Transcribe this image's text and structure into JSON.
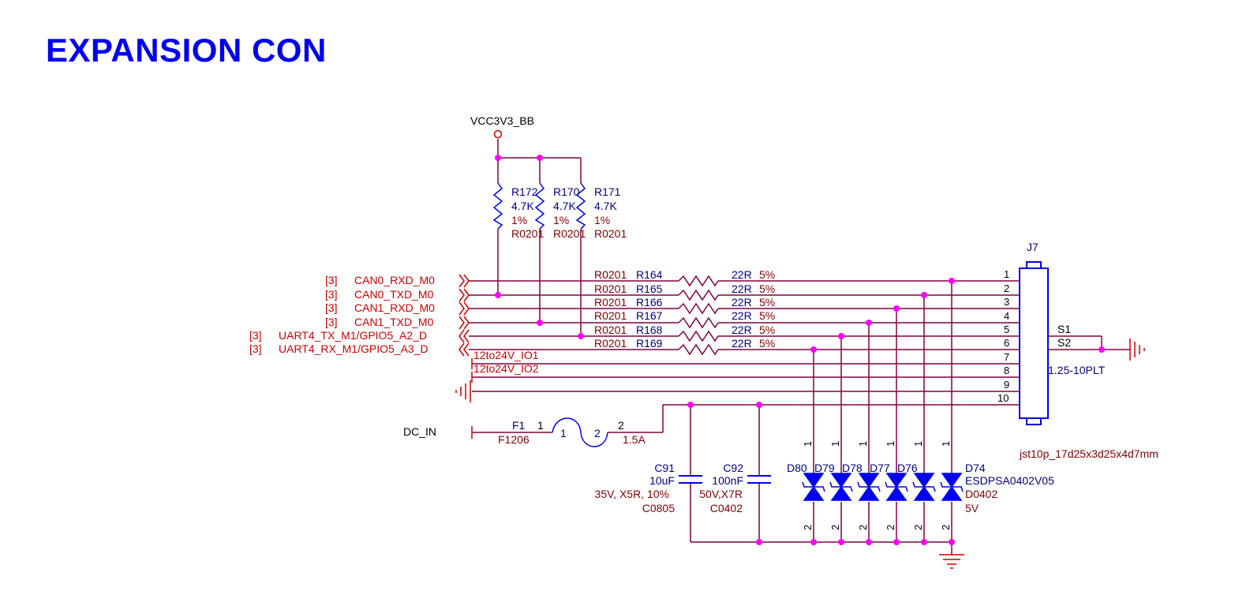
{
  "title": "EXPANSION CON",
  "colors": {
    "wire": "#800040",
    "junction": "#ff00ff",
    "component": "#0000ee",
    "net_label": "#cc0000",
    "ref": "#000080",
    "value": "#800000"
  },
  "power": {
    "vcc": "VCC3V3_BB",
    "dc_in": "DC_IN"
  },
  "pullups": [
    {
      "ref": "R172",
      "value": "4.7K",
      "tol": "1%",
      "pkg": "R0201"
    },
    {
      "ref": "R170",
      "value": "4.7K",
      "tol": "1%",
      "pkg": "R0201"
    },
    {
      "ref": "R171",
      "value": "4.7K",
      "tol": "1%",
      "pkg": "R0201"
    }
  ],
  "signals": [
    {
      "sheet": "[3]",
      "net": "CAN0_RXD_M0",
      "pkg": "R0201",
      "ref": "R164",
      "value": "22R",
      "tol": "5%",
      "pin": "1"
    },
    {
      "sheet": "[3]",
      "net": "CAN0_TXD_M0",
      "pkg": "R0201",
      "ref": "R165",
      "value": "22R",
      "tol": "5%",
      "pin": "2"
    },
    {
      "sheet": "[3]",
      "net": "CAN1_RXD_M0",
      "pkg": "R0201",
      "ref": "R166",
      "value": "22R",
      "tol": "5%",
      "pin": "3"
    },
    {
      "sheet": "[3]",
      "net": "CAN1_TXD_M0",
      "pkg": "R0201",
      "ref": "R167",
      "value": "22R",
      "tol": "5%",
      "pin": "4"
    },
    {
      "sheet": "[3]",
      "net": "UART4_TX_M1/GPIO5_A2_D",
      "pkg": "R0201",
      "ref": "R168",
      "value": "22R",
      "tol": "5%",
      "pin": "5"
    },
    {
      "sheet": "[3]",
      "net": "UART4_RX_M1/GPIO5_A3_D",
      "pkg": "R0201",
      "ref": "R169",
      "value": "22R",
      "tol": "5%",
      "pin": "6"
    }
  ],
  "io_nets": [
    {
      "net": "12to24V_IO1",
      "pin": "7"
    },
    {
      "net": "12to24V_IO2",
      "pin": "8"
    }
  ],
  "other_pins": [
    "9",
    "10"
  ],
  "connector": {
    "ref": "J7",
    "part": "1.25-10PLT",
    "footprint": "jst10p_17d25x3d25x4d7mm",
    "shield1": "S1",
    "shield2": "S2"
  },
  "fuse": {
    "ref": "F1",
    "pkg": "F1206",
    "rating": "1.5A",
    "pin1": "1",
    "pin2": "2",
    "coil1": "1",
    "coil2": "2"
  },
  "capacitors": [
    {
      "ref": "C91",
      "value": "10uF",
      "spec": "35V, X5R, 10%",
      "pkg": "C0805"
    },
    {
      "ref": "C92",
      "value": "100nF",
      "spec": "50V,X7R",
      "pkg": "C0402"
    }
  ],
  "diodes": {
    "refs": [
      "D80",
      "D79",
      "D78",
      "D77",
      "D76",
      "D74"
    ],
    "part": "ESDPSA0402V05",
    "pkg": "D0402",
    "voltage": "5V",
    "pin_top": "1",
    "pin_bottom": "2"
  },
  "icons": [
    "ground-symbol",
    "power-port-circle",
    "resistor-zigzag",
    "fuse-symbol",
    "tvs-diode",
    "offpage-connector"
  ]
}
